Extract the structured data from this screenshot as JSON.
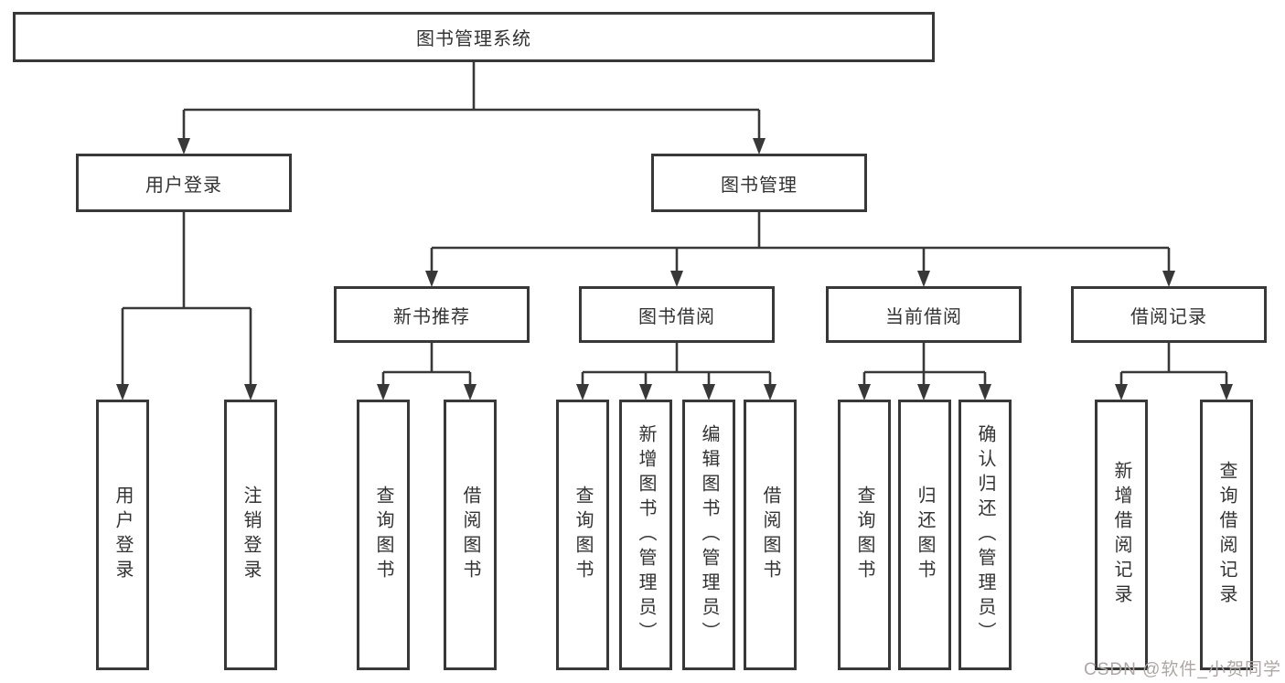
{
  "diagram": {
    "root": {
      "label": "图书管理系统"
    },
    "level2": [
      {
        "label": "用户登录"
      },
      {
        "label": "图书管理"
      }
    ],
    "level3": [
      {
        "label": "新书推荐"
      },
      {
        "label": "图书借阅"
      },
      {
        "label": "当前借阅"
      },
      {
        "label": "借阅记录"
      }
    ],
    "leaves": {
      "user": [
        "用户登录",
        "注销登录"
      ],
      "recommend": [
        "查询图书",
        "借阅图书"
      ],
      "borrow": [
        "查询图书",
        "新增图书（管理员）",
        "编辑图书（管理员）",
        "借阅图书"
      ],
      "current": [
        "查询图书",
        "归还图书",
        "确认归还（管理员）"
      ],
      "records": [
        "新增借阅记录",
        "查询借阅记录"
      ]
    }
  },
  "watermark": {
    "text": "CSDN @软件_小贺同学"
  },
  "colors": {
    "line": "#383838",
    "text": "#333333",
    "box_fill": "#ffffff",
    "watermark": "#afa5a5",
    "background": "#ffffff"
  }
}
